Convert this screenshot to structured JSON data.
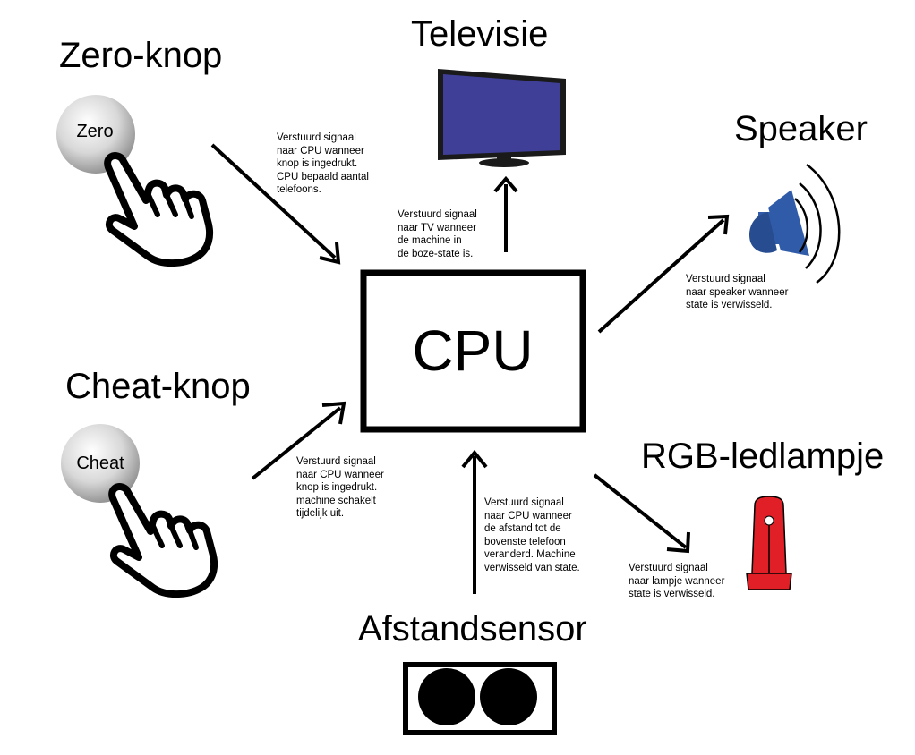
{
  "nodes": {
    "zero": {
      "title": "Zero-knop",
      "button_label": "Zero"
    },
    "cheat": {
      "title": "Cheat-knop",
      "button_label": "Cheat"
    },
    "tv": {
      "title": "Televisie"
    },
    "speaker": {
      "title": "Speaker"
    },
    "rgb": {
      "title": "RGB-ledlampje"
    },
    "sensor": {
      "title": "Afstandsensor"
    },
    "cpu": {
      "title": "CPU"
    }
  },
  "notes": {
    "zero": "Verstuurd signaal\nnaar CPU wanneer\nknop is ingedrukt.\nCPU bepaald aantal\ntelefoons.",
    "tv": "Verstuurd signaal\nnaar TV wanneer\nde machine in\nde boze-state is.",
    "speaker": "Verstuurd signaal\nnaar speaker wanneer\nstate is verwisseld.",
    "cheat": "Verstuurd signaal\nnaar CPU wanneer\nknop is ingedrukt.\nmachine schakelt\ntijdelijk uit.",
    "sensor": "Verstuurd signaal\nnaar CPU wanneer\nde afstand tot de\nbovenste telefoon\nveranderd. Machine\nverwisseld van state.",
    "rgb": "Verstuurd signaal\nnaar lampje wanneer\nstate is verwisseld."
  },
  "icons": {
    "zero_button": "round-button-icon",
    "cheat_button": "round-button-icon",
    "zero_hand": "pointing-hand-icon",
    "cheat_hand": "pointing-hand-icon",
    "tv": "television-icon",
    "speaker": "speaker-icon",
    "rgb": "led-lamp-icon",
    "sensor": "distance-sensor-icon"
  },
  "colors": {
    "tv_screen": "#3f3f98",
    "speaker_blue": "#2f5ba8",
    "led_red": "#e11f26"
  }
}
